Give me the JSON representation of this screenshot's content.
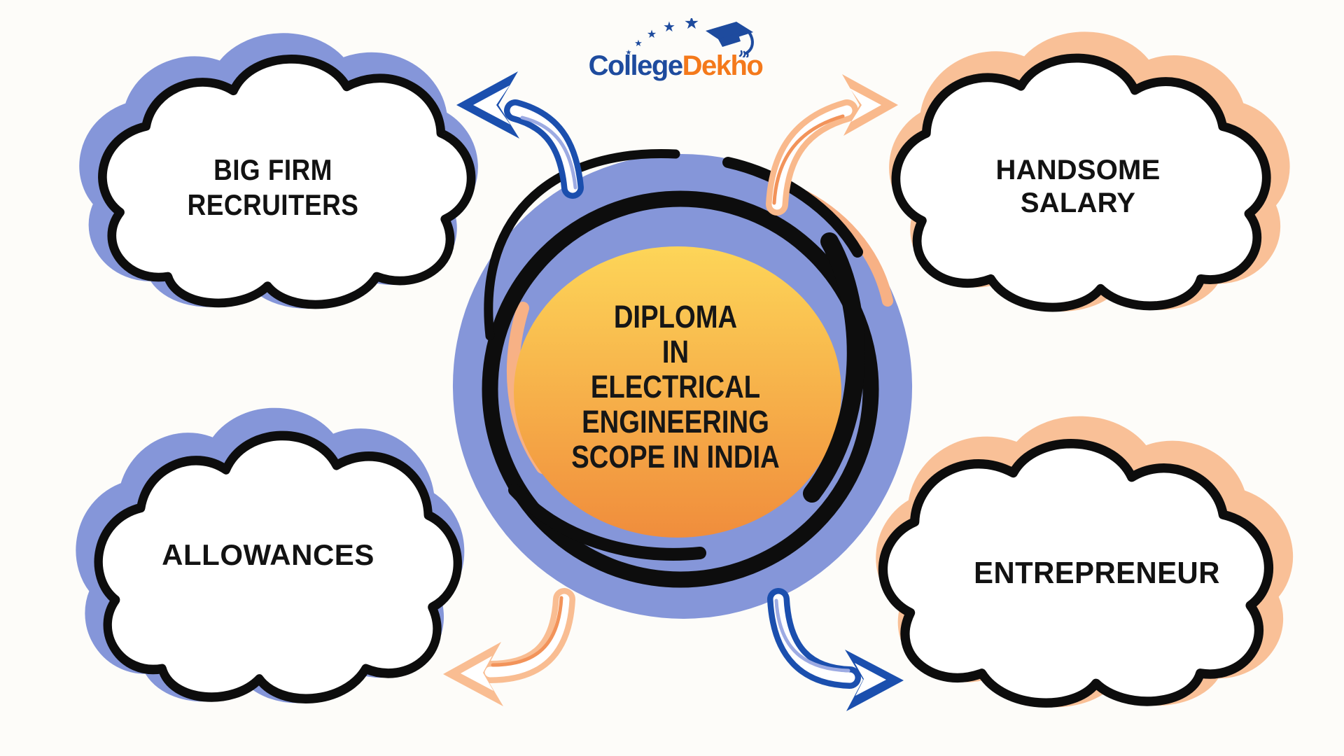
{
  "page": {
    "background": "#fdfcf9",
    "kind": "mind-map infographic"
  },
  "logo": {
    "college": "College",
    "dekho": "Dekho",
    "college_color": "#1e4b9e",
    "dekho_color": "#f4791b"
  },
  "center": {
    "lines": [
      "DIPLOMA",
      "IN",
      "ELECTRICAL",
      "ENGINEERING",
      "SCOPE IN INDIA"
    ],
    "gradient_top": "#fdd558",
    "gradient_bottom": "#f08d3c",
    "ring_halo_color": "#8596d9",
    "ring_ink_color": "#0d0d0d",
    "ring_accent_color": "#f7b185"
  },
  "clouds": {
    "top_left": {
      "lines": [
        "BIG FIRM",
        "RECRUITERS"
      ],
      "halo": "#8596d9"
    },
    "top_right": {
      "lines": [
        "HANDSOME",
        "SALARY"
      ],
      "halo": "#f9c097"
    },
    "bottom_left": {
      "lines": [
        "ALLOWANCES"
      ],
      "halo": "#8596d9"
    },
    "bottom_right": {
      "lines": [
        "ENTREPRENEUR"
      ],
      "halo": "#f9c097"
    }
  },
  "arrows": {
    "to_top_left": {
      "color": "#1b4fae",
      "accent": "#9dabe3",
      "direction": "curved, points left toward BIG FIRM RECRUITERS"
    },
    "to_top_right": {
      "color": "#f9b98c",
      "accent": "#f2935a",
      "direction": "curved, points right toward HANDSOME SALARY"
    },
    "to_bottom_left": {
      "color": "#f9bd92",
      "accent": "#f2935a",
      "direction": "curved, points left toward ALLOWANCES"
    },
    "to_bottom_right": {
      "color": "#1b4fae",
      "accent": "#9dabe3",
      "direction": "curved, points right toward ENTREPRENEUR"
    }
  },
  "icons": {
    "star_icon": "★",
    "graduation_cap_icon": "mortarboard-with-tassel",
    "arrow_top_left_icon": "curved-arrow-pointing-left",
    "arrow_top_right_icon": "curved-arrow-pointing-right",
    "arrow_bottom_left_icon": "curved-arrow-pointing-left",
    "arrow_bottom_right_icon": "curved-arrow-pointing-right"
  },
  "colors": {
    "periwinkle": "#8596d9",
    "peach": "#f9c097",
    "ink": "#0d0d0d",
    "arrow_blue": "#1b4fae",
    "background": "#fdfcf9"
  }
}
